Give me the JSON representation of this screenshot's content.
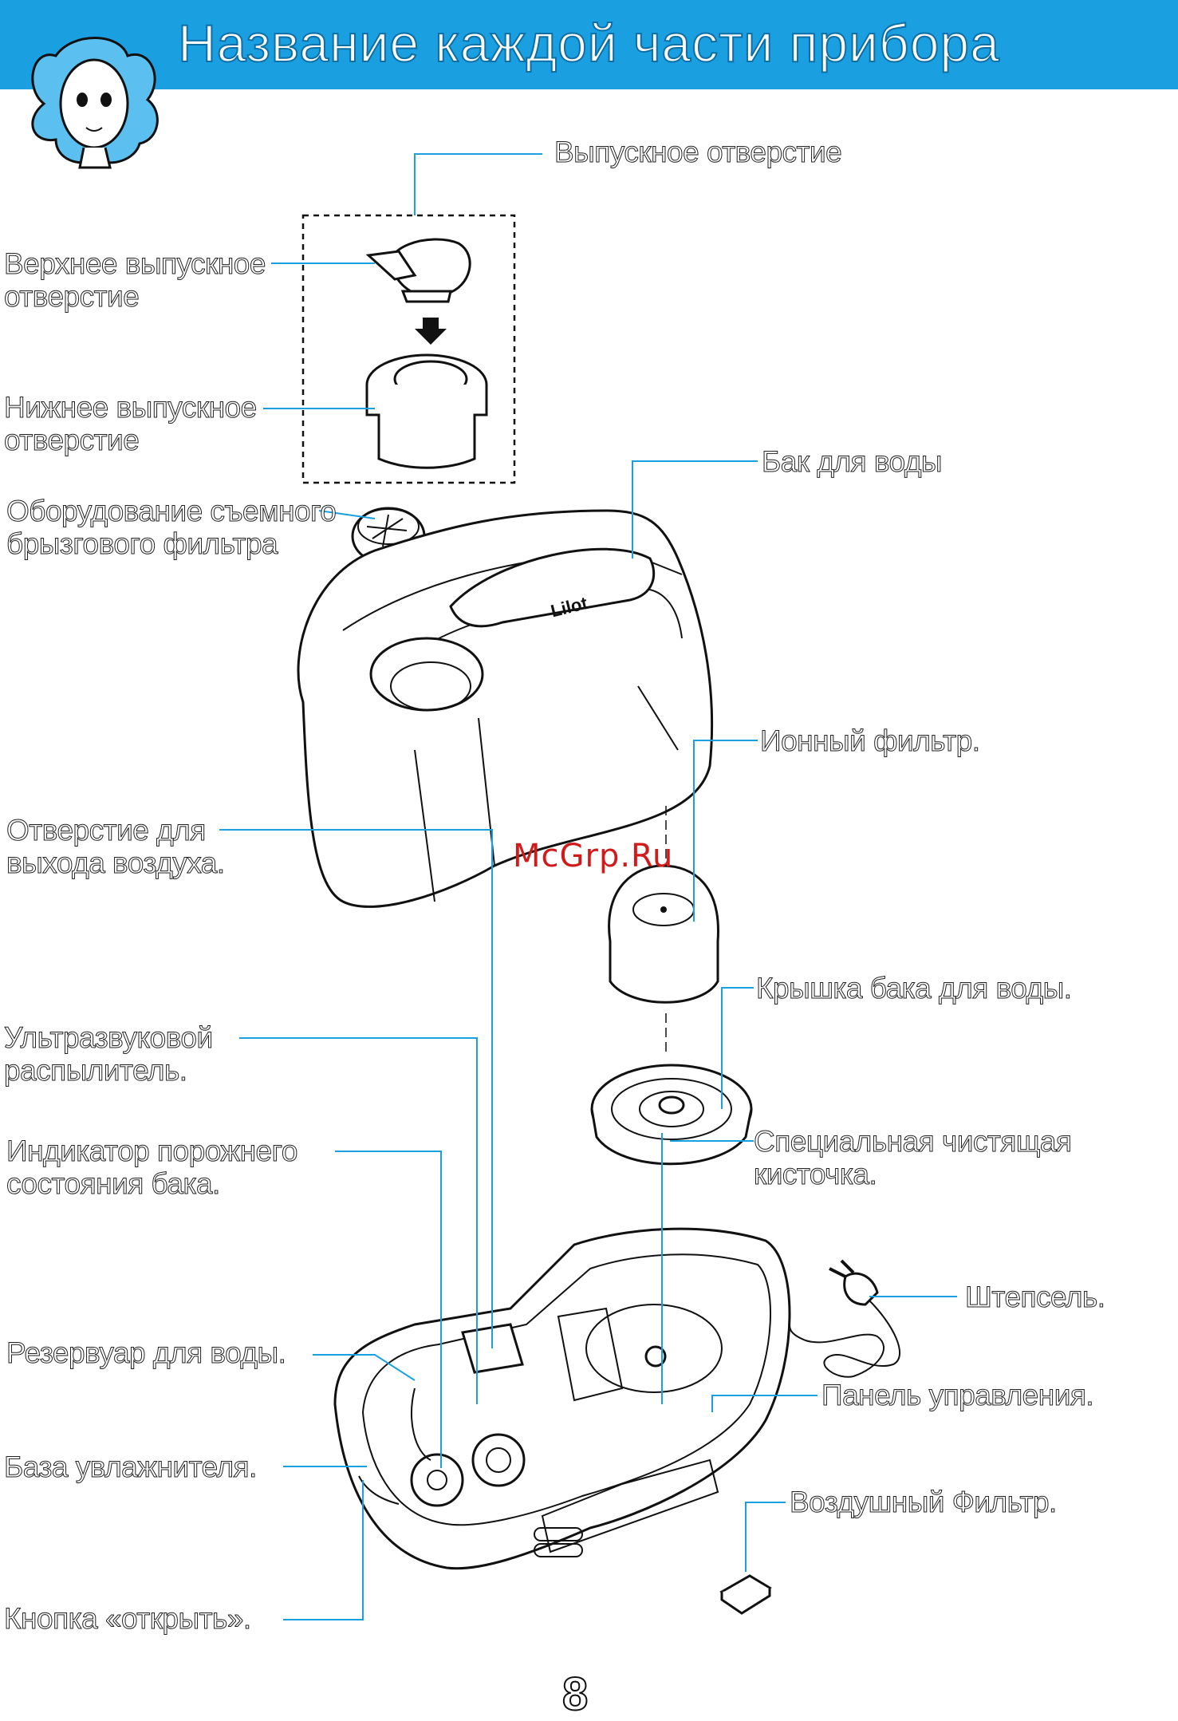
{
  "header": {
    "title": "Название каждой части прибора",
    "bar_color": "#1a9fe0"
  },
  "mascot": {
    "icon": "woman-face-icon"
  },
  "labels": {
    "outlet": "Выпускное отверстие",
    "upper_outlet": "Верхнее выпускное\nотверстие",
    "lower_outlet": "Нижнее выпускное\nотверстие",
    "splash_filter": "Оборудование съемного\nбрызгового фильтра",
    "water_tank": "Бак для воды",
    "ion_filter": "Ионный фильтр.",
    "air_outlet": "Отверстие для\nвыхода воздуха.",
    "tank_cap": "Крышка бака для воды.",
    "ultrasonic": "Ультразвуковой\nраспылитель.",
    "brush": "Специальная чистящая кисточка.",
    "empty_indicator": "Индикатор порожнего\nсостояния бака.",
    "plug": "Штепсель.",
    "reservoir": "Резервуар для воды.",
    "control_panel": "Панель управления.",
    "base": "База увлажнителя.",
    "air_filter": "Воздушный Фильтр.",
    "open_button": "Кнопка «открыть»."
  },
  "tank_brand": "Lilot",
  "watermark": "McGrp.Ru",
  "page_number": "8"
}
